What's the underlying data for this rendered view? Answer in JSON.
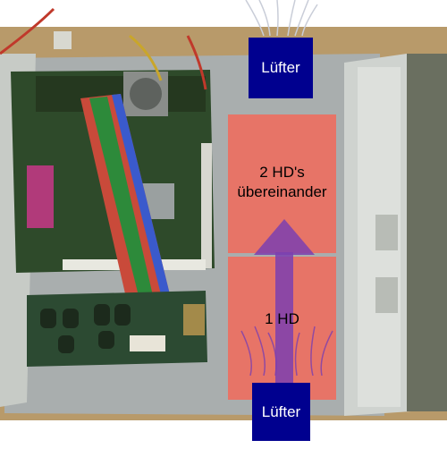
{
  "labels": {
    "fan_top": "Lüfter",
    "fan_bottom": "Lüfter",
    "zone_upper_line1": "2 HD's",
    "zone_upper_line2": "übereinander",
    "zone_lower": "1 HD"
  },
  "colors": {
    "fan_box": "#00008f",
    "hd_zone": "#f26a5a",
    "airflow_arrow": "#7b3fb0",
    "case_floor": "#a9aeae",
    "case_side": "#cfd3cf"
  },
  "icons": {
    "airflow": "up-arrow-icon",
    "air_lines": "airflow-lines-icon"
  }
}
